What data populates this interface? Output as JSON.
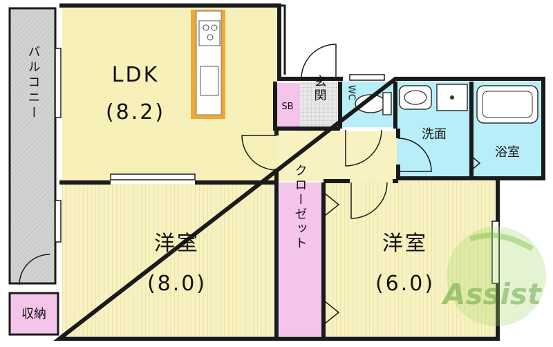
{
  "rooms": {
    "ldk": {
      "name": "LDK",
      "size": "(8.2)"
    },
    "balcony": {
      "name": "バルコニー"
    },
    "storage": {
      "name": "収納"
    },
    "sb": {
      "name": "SB"
    },
    "entrance": {
      "name": "玄関"
    },
    "wc": {
      "name": "WC"
    },
    "washroom": {
      "name": "洗面"
    },
    "bath": {
      "name": "浴室"
    },
    "closet": {
      "name": "クローゼット"
    },
    "western_room_1": {
      "name": "洋室",
      "size": "(8.0)"
    },
    "western_room_2": {
      "name": "洋室",
      "size": "(6.0)"
    }
  },
  "watermark": {
    "text": "Assist"
  },
  "colors": {
    "ldk_floor": "#f7f0b8",
    "western_floor": "#f8f2c2",
    "water_area": "#b8eef7",
    "closet": "#f4c4ea",
    "balcony": "#cdcdcd",
    "wall": "#1a1a1a",
    "watermark": "#7cc242"
  }
}
